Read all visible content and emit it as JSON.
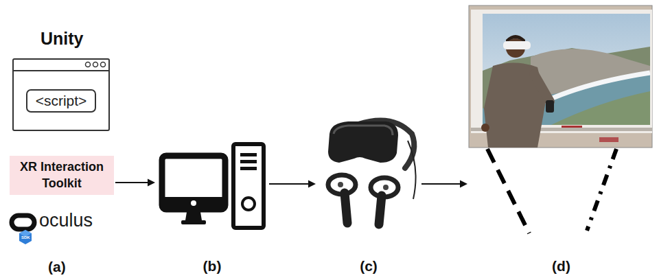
{
  "diagram": {
    "nodes": [
      {
        "text": [
          "<script>"
        ]
      },
      {
        "text": [
          "XR Interaction Toolkit"
        ]
      },
      {
        "text": [
          "(b)"
        ]
      },
      {
        "text": [
          "(c)"
        ]
      },
      {
        "text": [
          "(d)"
        ]
      }
    ],
    "edges": [
      {
        "from": 1,
        "to": 2,
        "arrow": "to"
      },
      {
        "from": 2,
        "to": 3,
        "arrow": "to"
      },
      {
        "from": 3,
        "to": 4,
        "arrow": "to"
      }
    ],
    "labels": [
      "Unity",
      "oculus",
      "SDK",
      "(a)"
    ]
  }
}
